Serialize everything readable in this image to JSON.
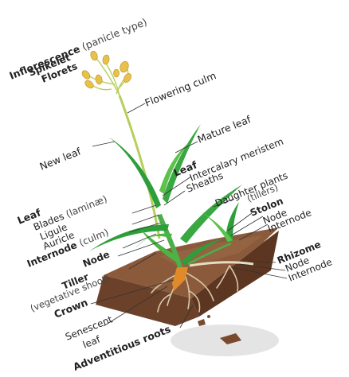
{
  "labels": {
    "inflorescence": "Inflorescence",
    "inflorescence_note": "(panicle type)",
    "spikelet": "Spikelet",
    "florets": "Florets",
    "flowering_culm": "Flowering culm",
    "mature_leaf": "Mature leaf",
    "new_leaf": "New leaf",
    "intercalary_meristem": "Intercalary meristem",
    "leaf_upper": "Leaf",
    "sheaths": "Sheaths",
    "leaf_lower": "Leaf",
    "blades": "Blades",
    "blades_note": "(laminæ)",
    "ligule": "Ligule",
    "auricle": "Auricle",
    "daughter_plants": "Daughter plants",
    "daughter_plants_note": "(tillers)",
    "stolon": "Stolon",
    "stolon_node": "Node",
    "stolon_internode": "Internode",
    "internode_culm": "Internode",
    "internode_culm_note": "(culm)",
    "node": "Node",
    "tiller": "Tiller",
    "tiller_note": "(vegetative shoot)",
    "crown": "Crown",
    "rhizome": "Rhizome",
    "rhizome_node": "Node",
    "rhizome_internode": "Internode",
    "senescent_leaf_1": "Senescent",
    "senescent_leaf_2": "leaf",
    "adventitious_roots": "Adventitious roots"
  },
  "colors": {
    "leaf_dark": "#2e9e3a",
    "leaf_light": "#5cc24a",
    "culm": "#b5cf5a",
    "flower": "#e8c04a",
    "soil_top": "#8a5a3b",
    "soil_side": "#6b4129",
    "root": "#d9c7a8",
    "shadow": "#e4e4e4"
  }
}
